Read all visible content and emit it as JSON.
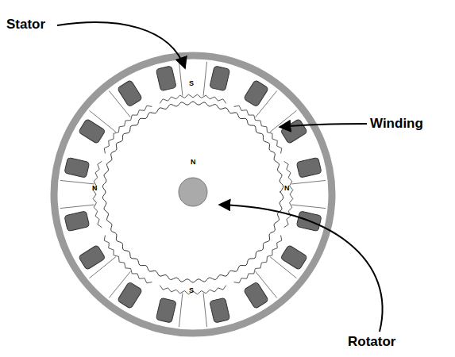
{
  "diagram": {
    "labels": [
      "Stator",
      "S",
      "Winding",
      "N",
      "N",
      "N",
      "S",
      "Rotator"
    ]
  }
}
